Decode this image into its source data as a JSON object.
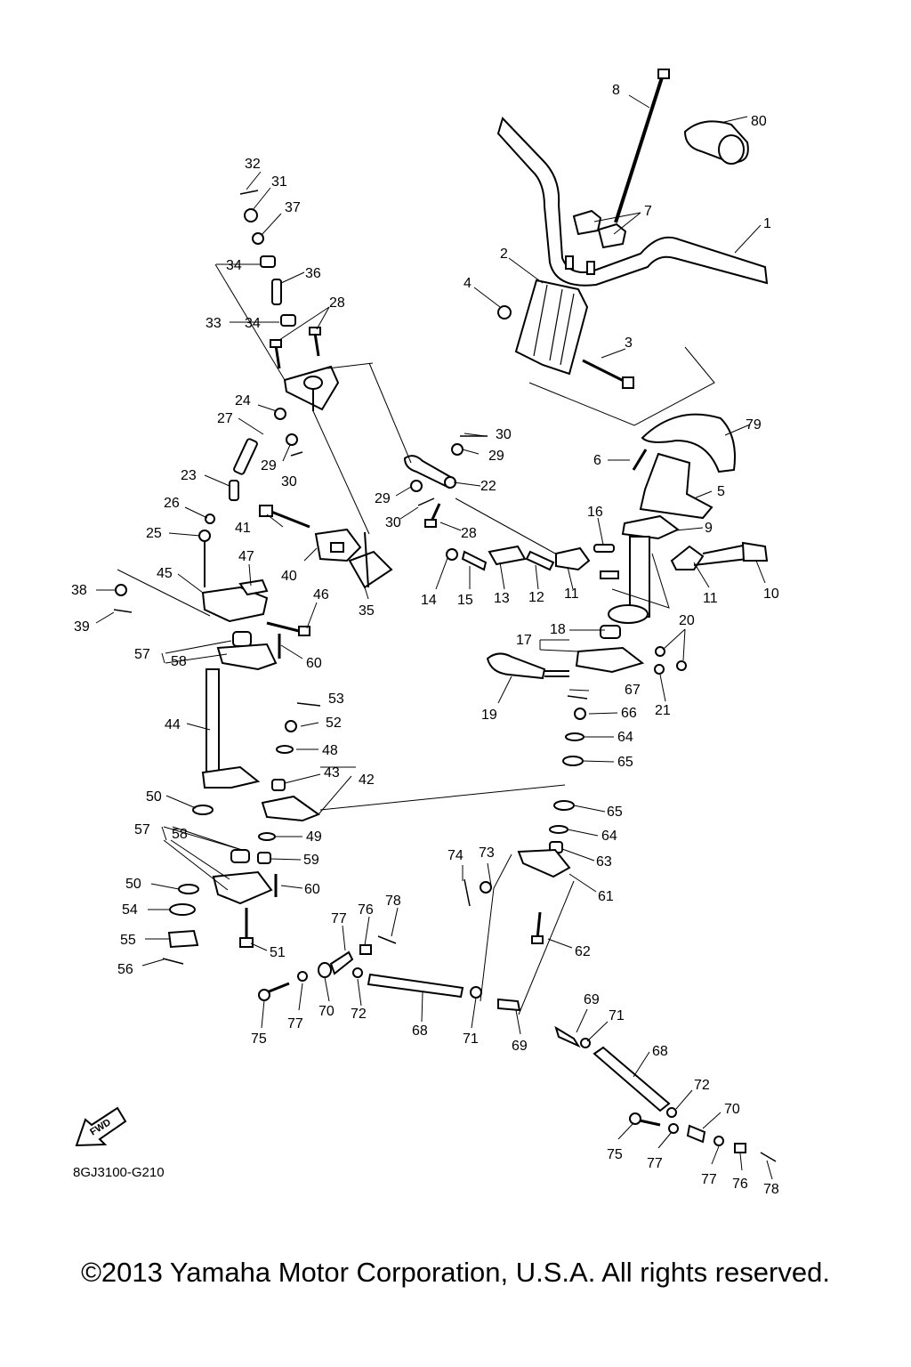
{
  "diagram": {
    "part_numbers": [
      "1",
      "2",
      "3",
      "4",
      "5",
      "6",
      "7",
      "8",
      "9",
      "10",
      "11",
      "12",
      "13",
      "14",
      "15",
      "16",
      "17",
      "18",
      "19",
      "20",
      "21",
      "22",
      "23",
      "24",
      "25",
      "26",
      "27",
      "28",
      "29",
      "30",
      "31",
      "32",
      "33",
      "34",
      "35",
      "36",
      "37",
      "38",
      "39",
      "40",
      "41",
      "42",
      "43",
      "44",
      "45",
      "46",
      "47",
      "48",
      "49",
      "50",
      "51",
      "52",
      "53",
      "54",
      "55",
      "56",
      "57",
      "58",
      "59",
      "60",
      "61",
      "62",
      "63",
      "64",
      "65",
      "66",
      "67",
      "68",
      "69",
      "70",
      "71",
      "72",
      "73",
      "74",
      "75",
      "76",
      "77",
      "78",
      "79",
      "80"
    ],
    "fwd_label": "FWD",
    "drawing_code": "8GJ3100-G210"
  },
  "footer": {
    "copyright": "©2013 Yamaha Motor Corporation, U.S.A. All rights reserved."
  }
}
